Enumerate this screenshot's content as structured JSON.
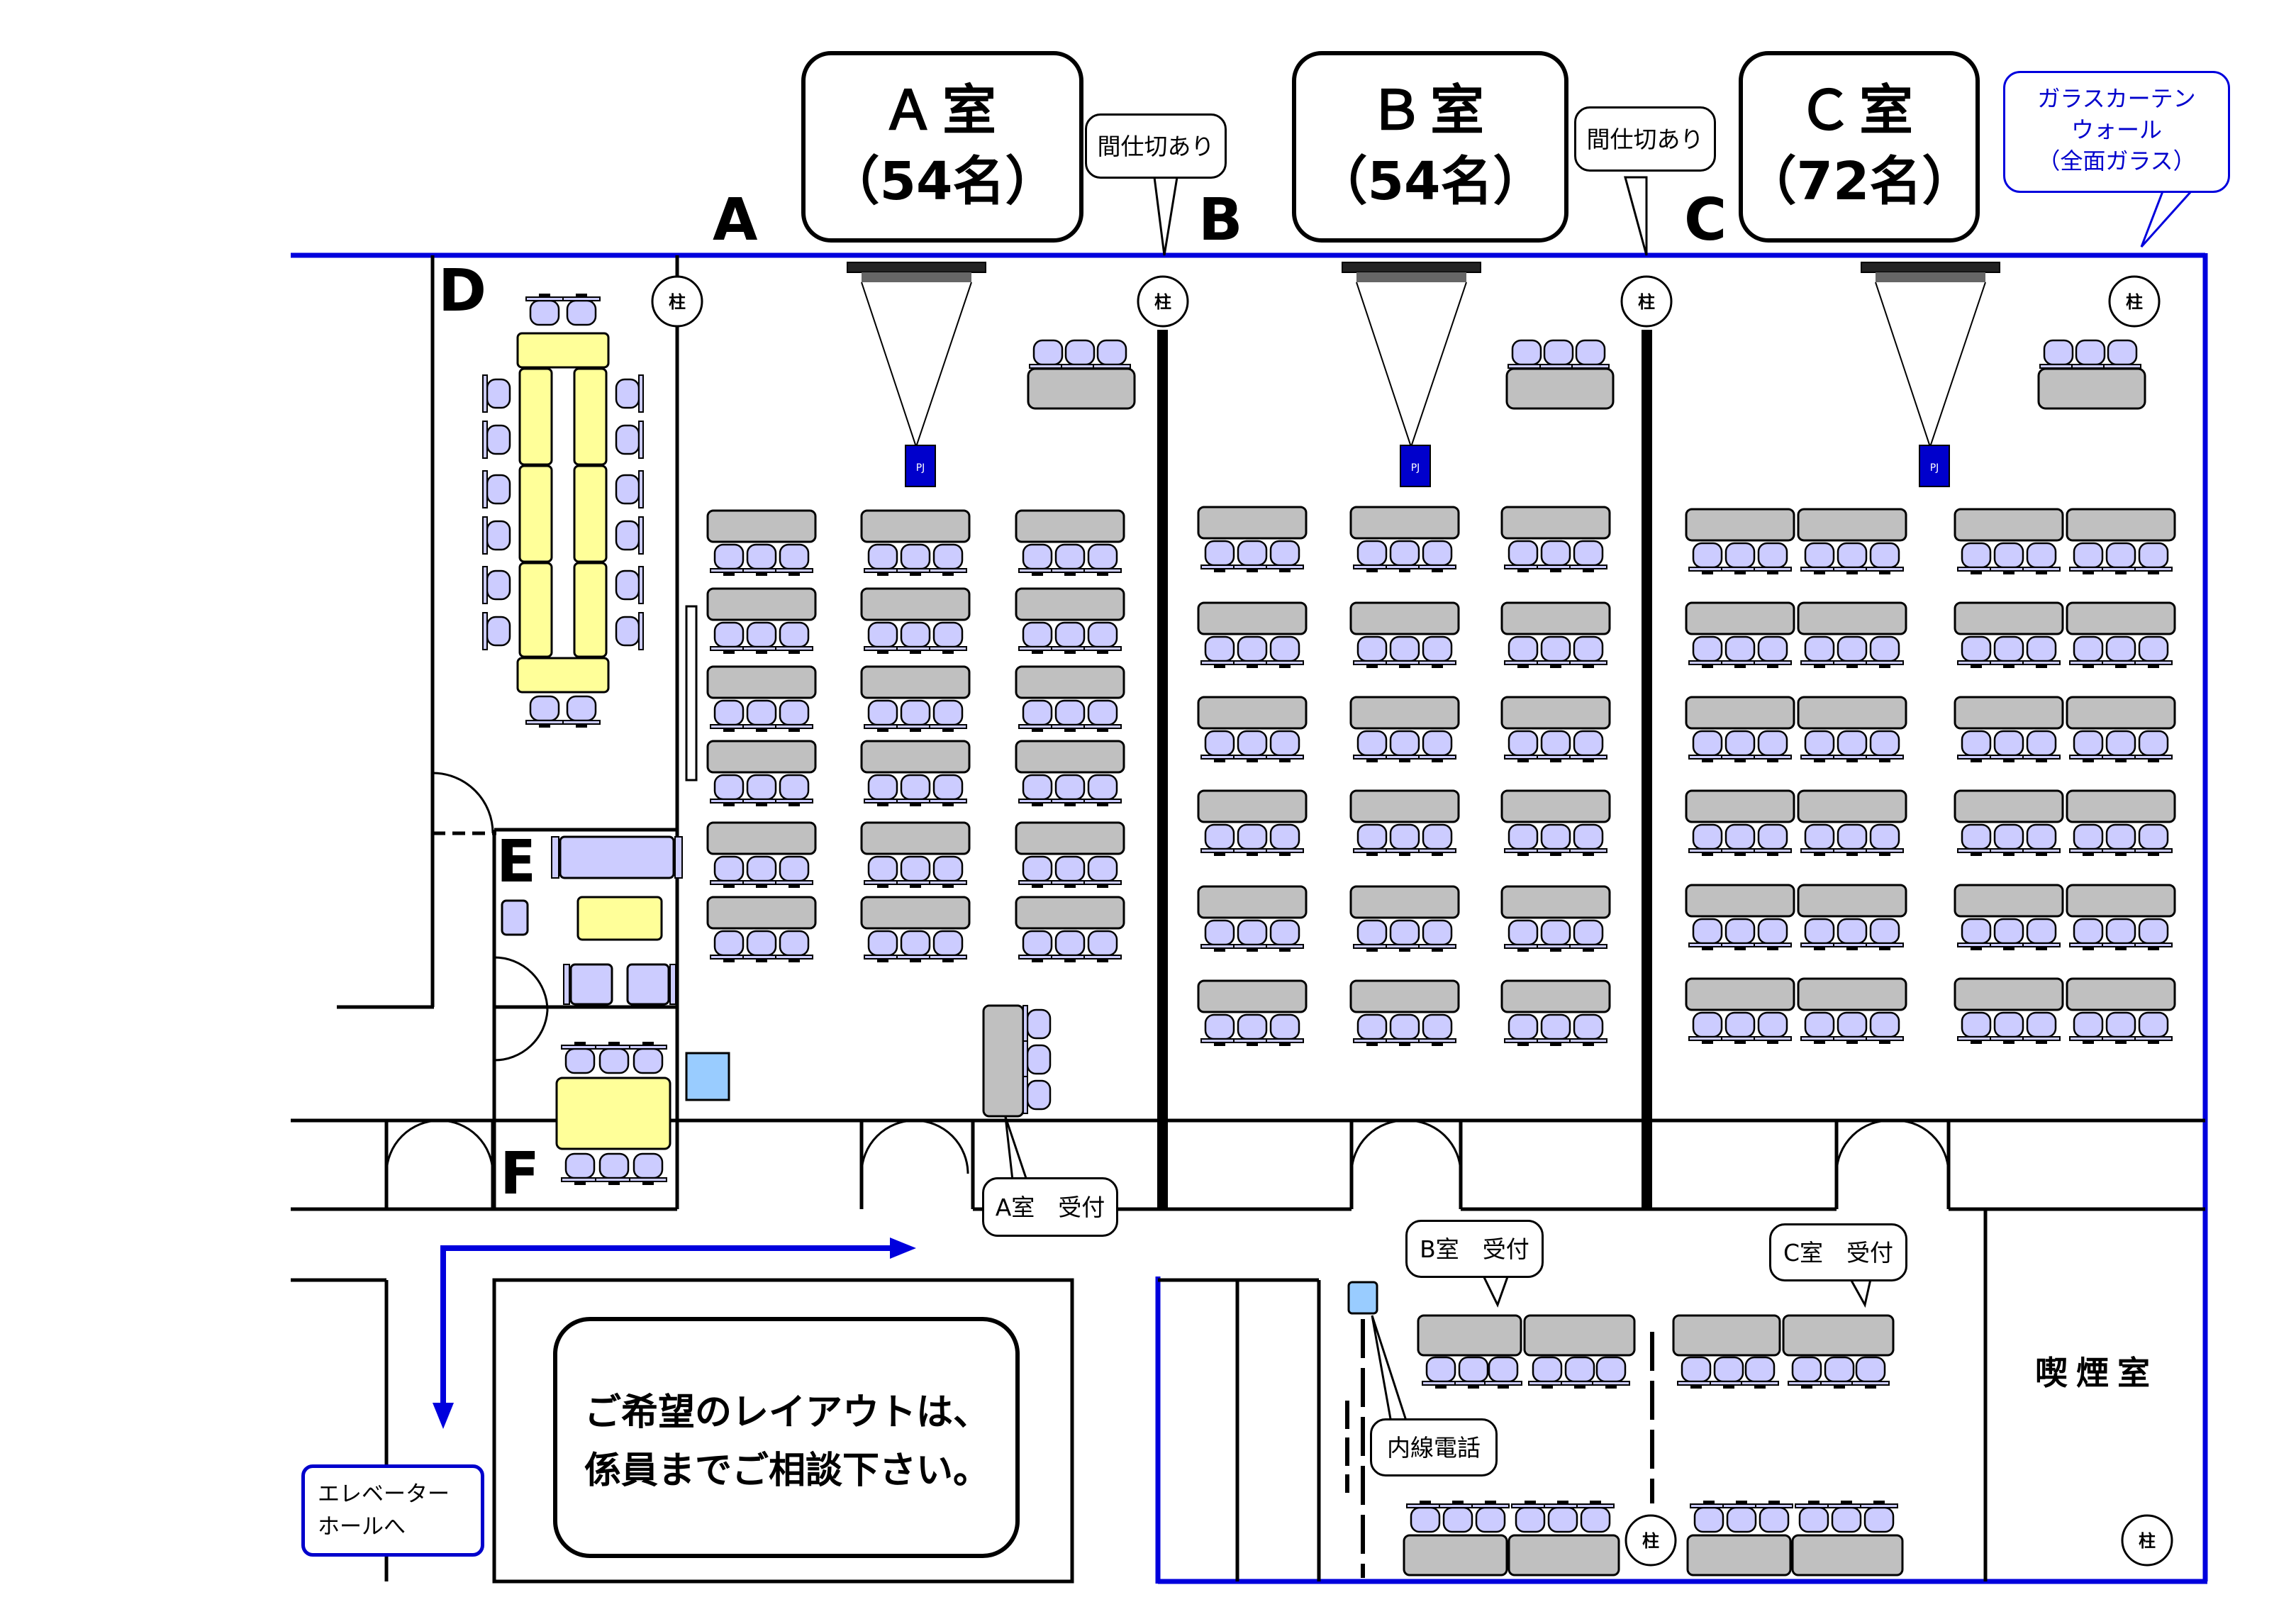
{
  "rooms": {
    "a": {
      "name": "Ａ室",
      "capacity": "（54名）"
    },
    "b": {
      "name": "Ｂ室",
      "capacity": "（54名）"
    },
    "c": {
      "name": "Ｃ室",
      "capacity": "（72名）"
    }
  },
  "area_letters": {
    "a": "A",
    "b": "B",
    "c": "C",
    "d": "D",
    "e": "E",
    "f": "F"
  },
  "partition_label": "間仕切あり",
  "glass_wall": {
    "line1": "ガラスカーテン",
    "line2": "ウォール",
    "line3": "（全面ガラス）"
  },
  "pillar_label": "柱",
  "projector_label": "PJ",
  "reception": {
    "a": "A室　受付",
    "b": "B室　受付",
    "c": "C室　受付"
  },
  "phone_label": "内線電話",
  "smoking_room": "喫煙室",
  "elevator": {
    "line1": "エレベーター",
    "line2": "ホールへ"
  },
  "note": {
    "line1": "ご希望のレイアウトは、",
    "line2": "係員までご相談下さい。"
  },
  "colors": {
    "wall": "#000000",
    "glass": "#0000dd",
    "chair": "#ccccff",
    "desk": "#c0c0c0",
    "meeting_table": "#ffff99",
    "projector": "#0000cc",
    "phone": "#99ccff",
    "arrow": "#0000dd"
  }
}
